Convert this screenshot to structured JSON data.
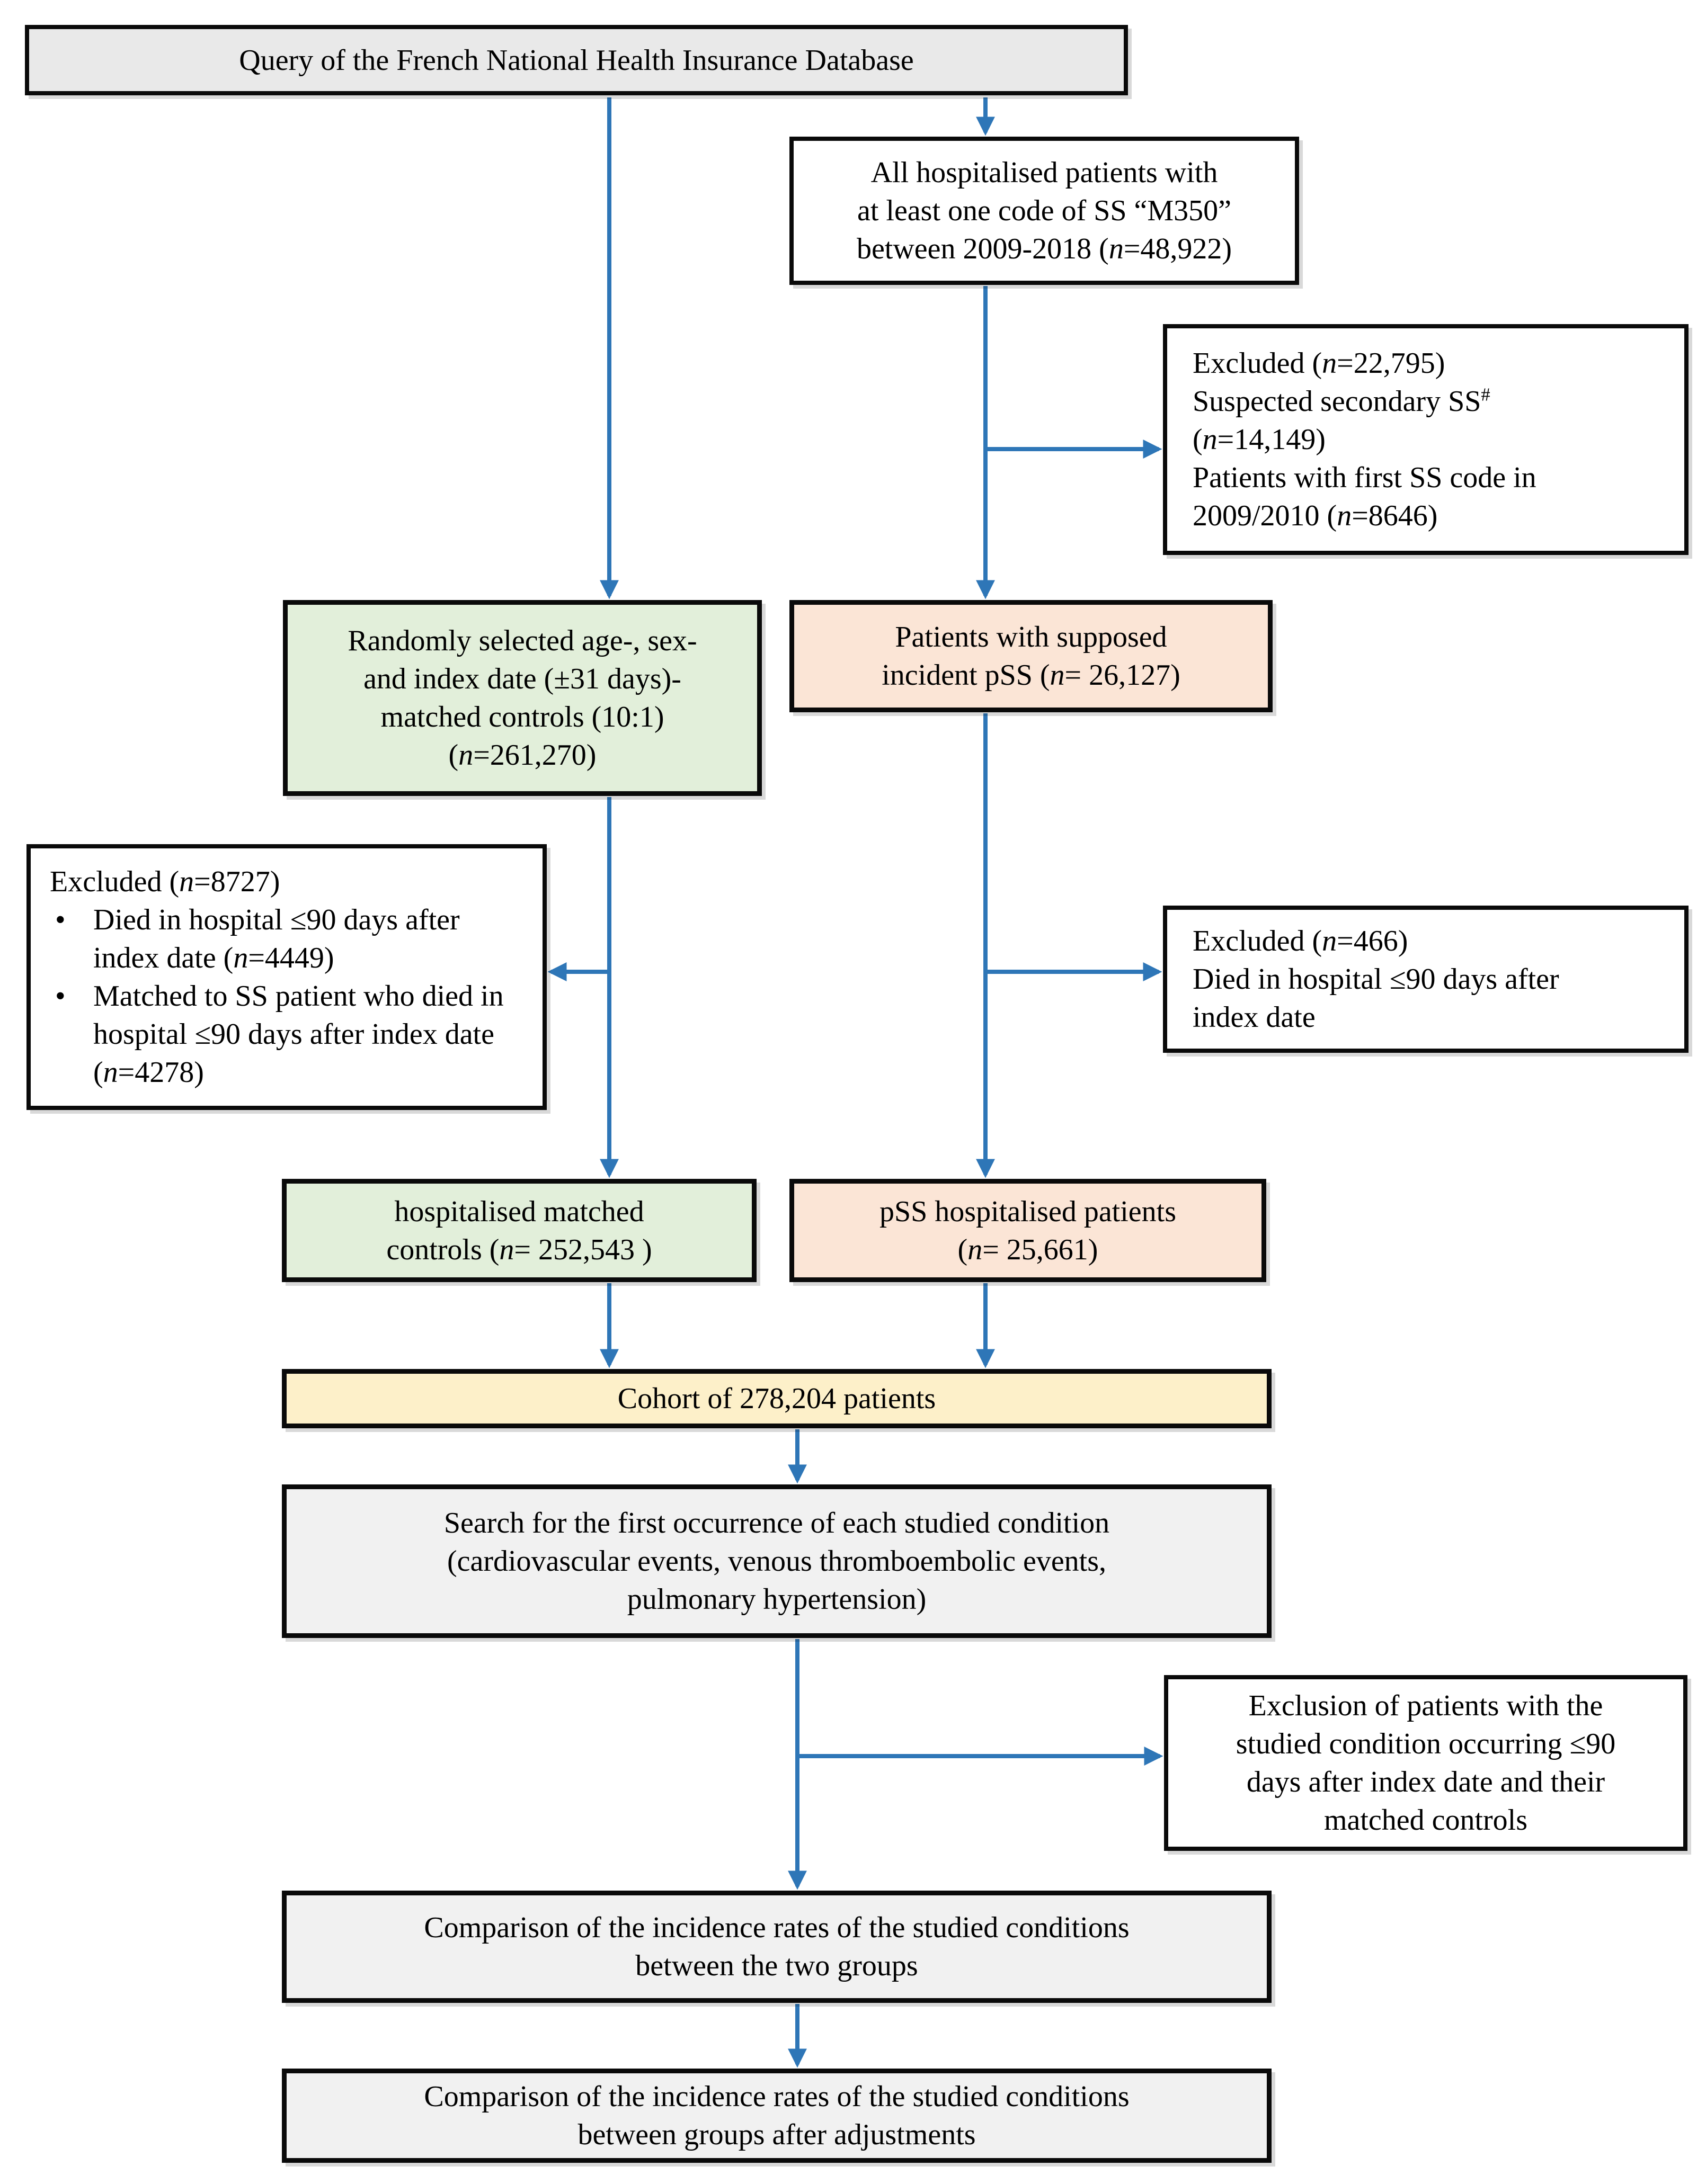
{
  "figure": {
    "kind": "study-flow-diagram",
    "palette": {
      "arrow_blue": "#2E76B7",
      "box_border": "#0A0A0A",
      "header_fill": "#E9E9E9",
      "controls_green": "#E2EFDA",
      "pss_peach": "#FBE5D6",
      "cohort_yellow": "#FDF0C9",
      "process_gray": "#F1F1F1",
      "exclusion_white": "#FFFFFF"
    }
  },
  "nodes": {
    "query": {
      "lines": [
        "Query of the French National Health Insurance Database"
      ]
    },
    "all_hospitalised": {
      "lines": [
        "All hospitalised patients with",
        "at least one code of SS “M350”",
        "between 2009-2018 (n=48,922)"
      ]
    },
    "excluded_initial": {
      "lines": [
        "Excluded (n=22,795)",
        "Suspected secondary SS#",
        "(n=14,149)",
        "Patients with first SS code in",
        "2009/2010 (n=8646)"
      ]
    },
    "matched_controls": {
      "lines": [
        "Randomly selected age-, sex-",
        "and index date (±31 days)-",
        "matched controls (10:1)",
        "(n=261,270)"
      ]
    },
    "incident_pss": {
      "lines": [
        "Patients with supposed",
        "incident pSS (n= 26,127)"
      ]
    },
    "excluded_controls": {
      "heading": "Excluded (n=8727)",
      "bullets": [
        "Died in hospital ≤90 days after index date (n=4449)",
        "Matched to SS patient who died in hospital ≤90 days after index date (n=4278)"
      ]
    },
    "excluded_pss": {
      "lines": [
        "Excluded (n=466)",
        "Died in hospital ≤90 days after",
        "index date"
      ]
    },
    "hospitalised_controls": {
      "lines": [
        "hospitalised matched",
        "controls (n= 252,543 )"
      ]
    },
    "pss_hospitalised": {
      "lines": [
        "pSS hospitalised patients",
        "(n= 25,661)"
      ]
    },
    "cohort": {
      "lines": [
        "Cohort of 278,204 patients"
      ]
    },
    "search_conditions": {
      "lines": [
        "Search for the first occurrence of each studied condition",
        "(cardiovascular events, venous thromboembolic events,",
        "pulmonary hypertension)"
      ]
    },
    "exclusion_90days": {
      "lines": [
        "Exclusion of patients with the",
        "studied condition occurring ≤90",
        "days after index date and their",
        "matched controls"
      ]
    },
    "compare_groups": {
      "lines": [
        "Comparison of the incidence rates of the studied conditions",
        "between the two groups"
      ]
    },
    "compare_adjusted": {
      "lines": [
        "Comparison of the incidence rates of the studied conditions",
        "between groups after adjustments"
      ]
    }
  }
}
